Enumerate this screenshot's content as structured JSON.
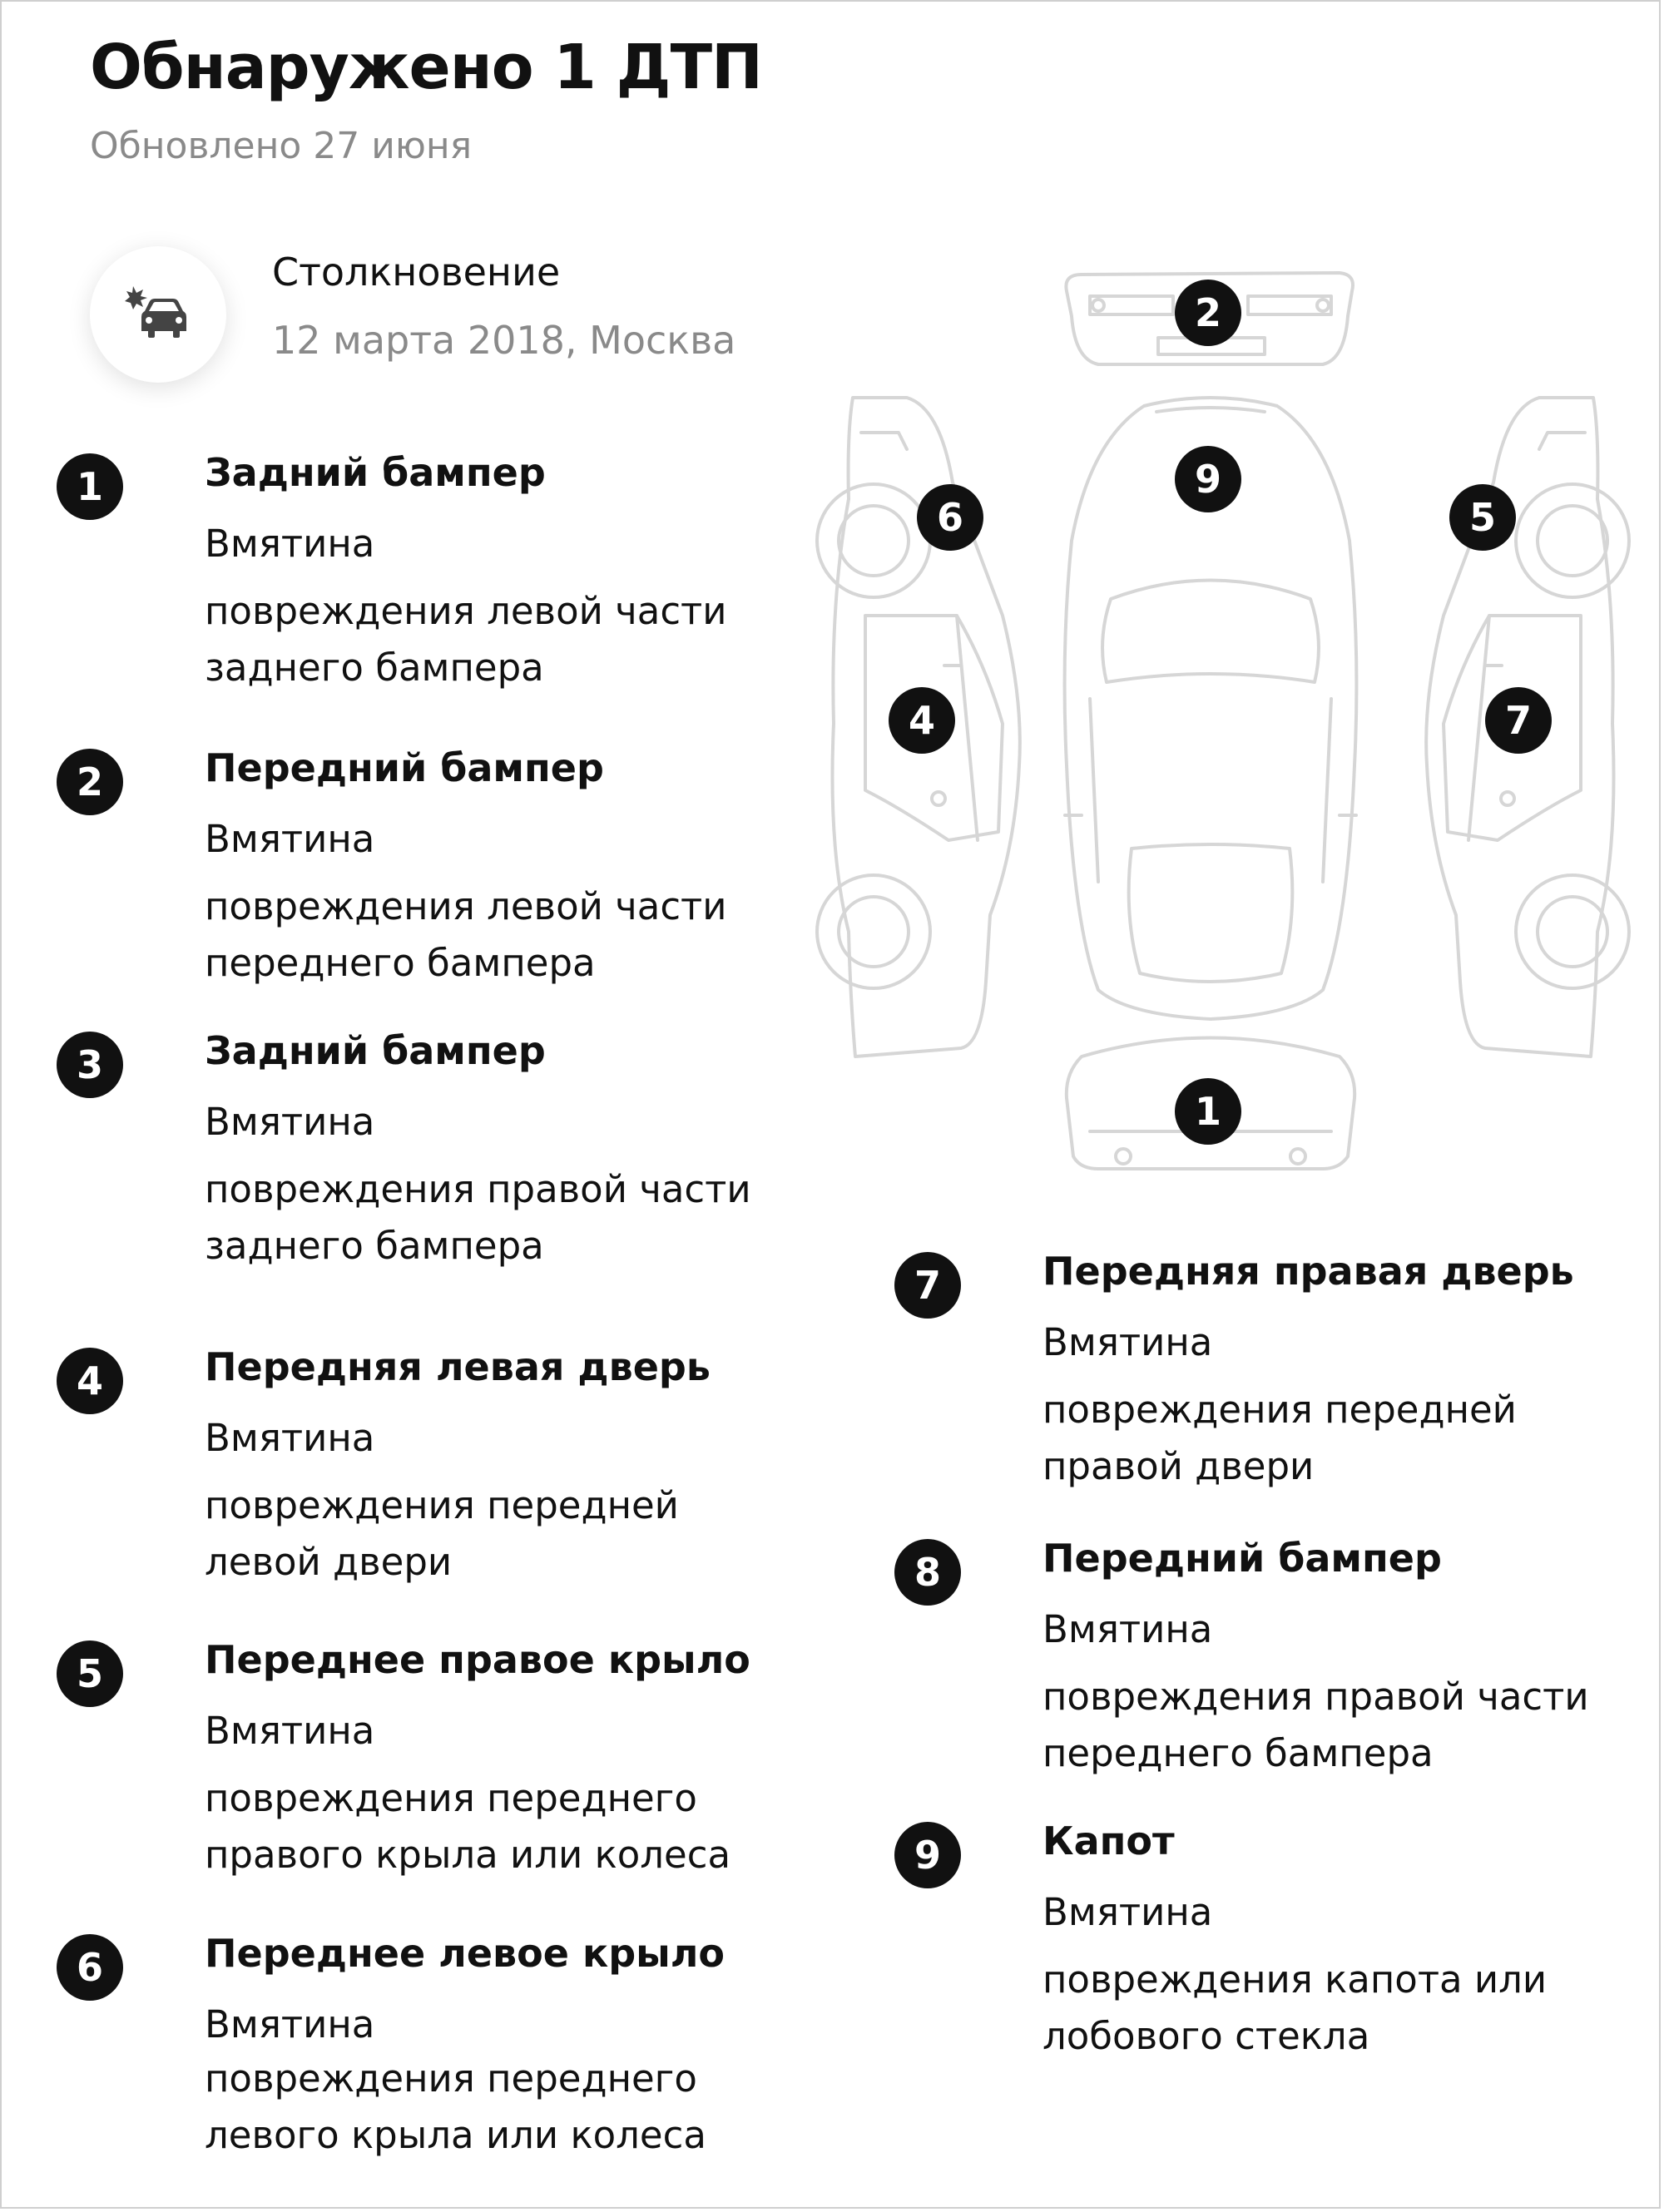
{
  "header": {
    "title": "Обнаружено 1 ДТП",
    "updated": "Обновлено 27 июня"
  },
  "accident": {
    "icon": "car-crash-icon",
    "type": "Столкновение",
    "date_place": "12 марта 2018, Москва"
  },
  "damages": [
    {
      "num": "1",
      "part": "Задний бампер",
      "kind": "Вмятина",
      "desc": [
        "повреждения левой части",
        "заднего бампера"
      ]
    },
    {
      "num": "2",
      "part": "Передний бампер",
      "kind": "Вмятина",
      "desc": [
        "повреждения левой части",
        "переднего бампера"
      ]
    },
    {
      "num": "3",
      "part": "Задний бампер",
      "kind": "Вмятина",
      "desc": [
        "повреждения правой части",
        "заднего бампера"
      ]
    },
    {
      "num": "4",
      "part": "Передняя левая дверь",
      "kind": "Вмятина",
      "desc": [
        "повреждения передней",
        "левой двери"
      ]
    },
    {
      "num": "5",
      "part": "Переднее правое крыло",
      "kind": "Вмятина",
      "desc": [
        "повреждения переднего",
        "правого крыла или колеса"
      ]
    },
    {
      "num": "6",
      "part": "Переднее левое крыло",
      "kind": "Вмятина",
      "desc": [
        "повреждения переднего",
        "левого крыла или колеса"
      ]
    },
    {
      "num": "7",
      "part": "Передняя правая дверь",
      "kind": "Вмятина",
      "desc": [
        "повреждения передней",
        "правой двери"
      ]
    },
    {
      "num": "8",
      "part": "Передний бампер",
      "kind": "Вмятина",
      "desc": [
        "повреждения правой части",
        "переднего бампера"
      ]
    },
    {
      "num": "9",
      "part": "Капот",
      "kind": "Вмятина",
      "desc": [
        "повреждения капота или",
        "лобового стекла"
      ]
    }
  ],
  "diagram_markers": [
    "2",
    "9",
    "6",
    "5",
    "4",
    "7",
    "1"
  ],
  "colors": {
    "text": "#111111",
    "muted": "#8a8a8a",
    "badge_bg": "#111111",
    "badge_text": "#ffffff",
    "car_outline": "#d6d6d6"
  }
}
